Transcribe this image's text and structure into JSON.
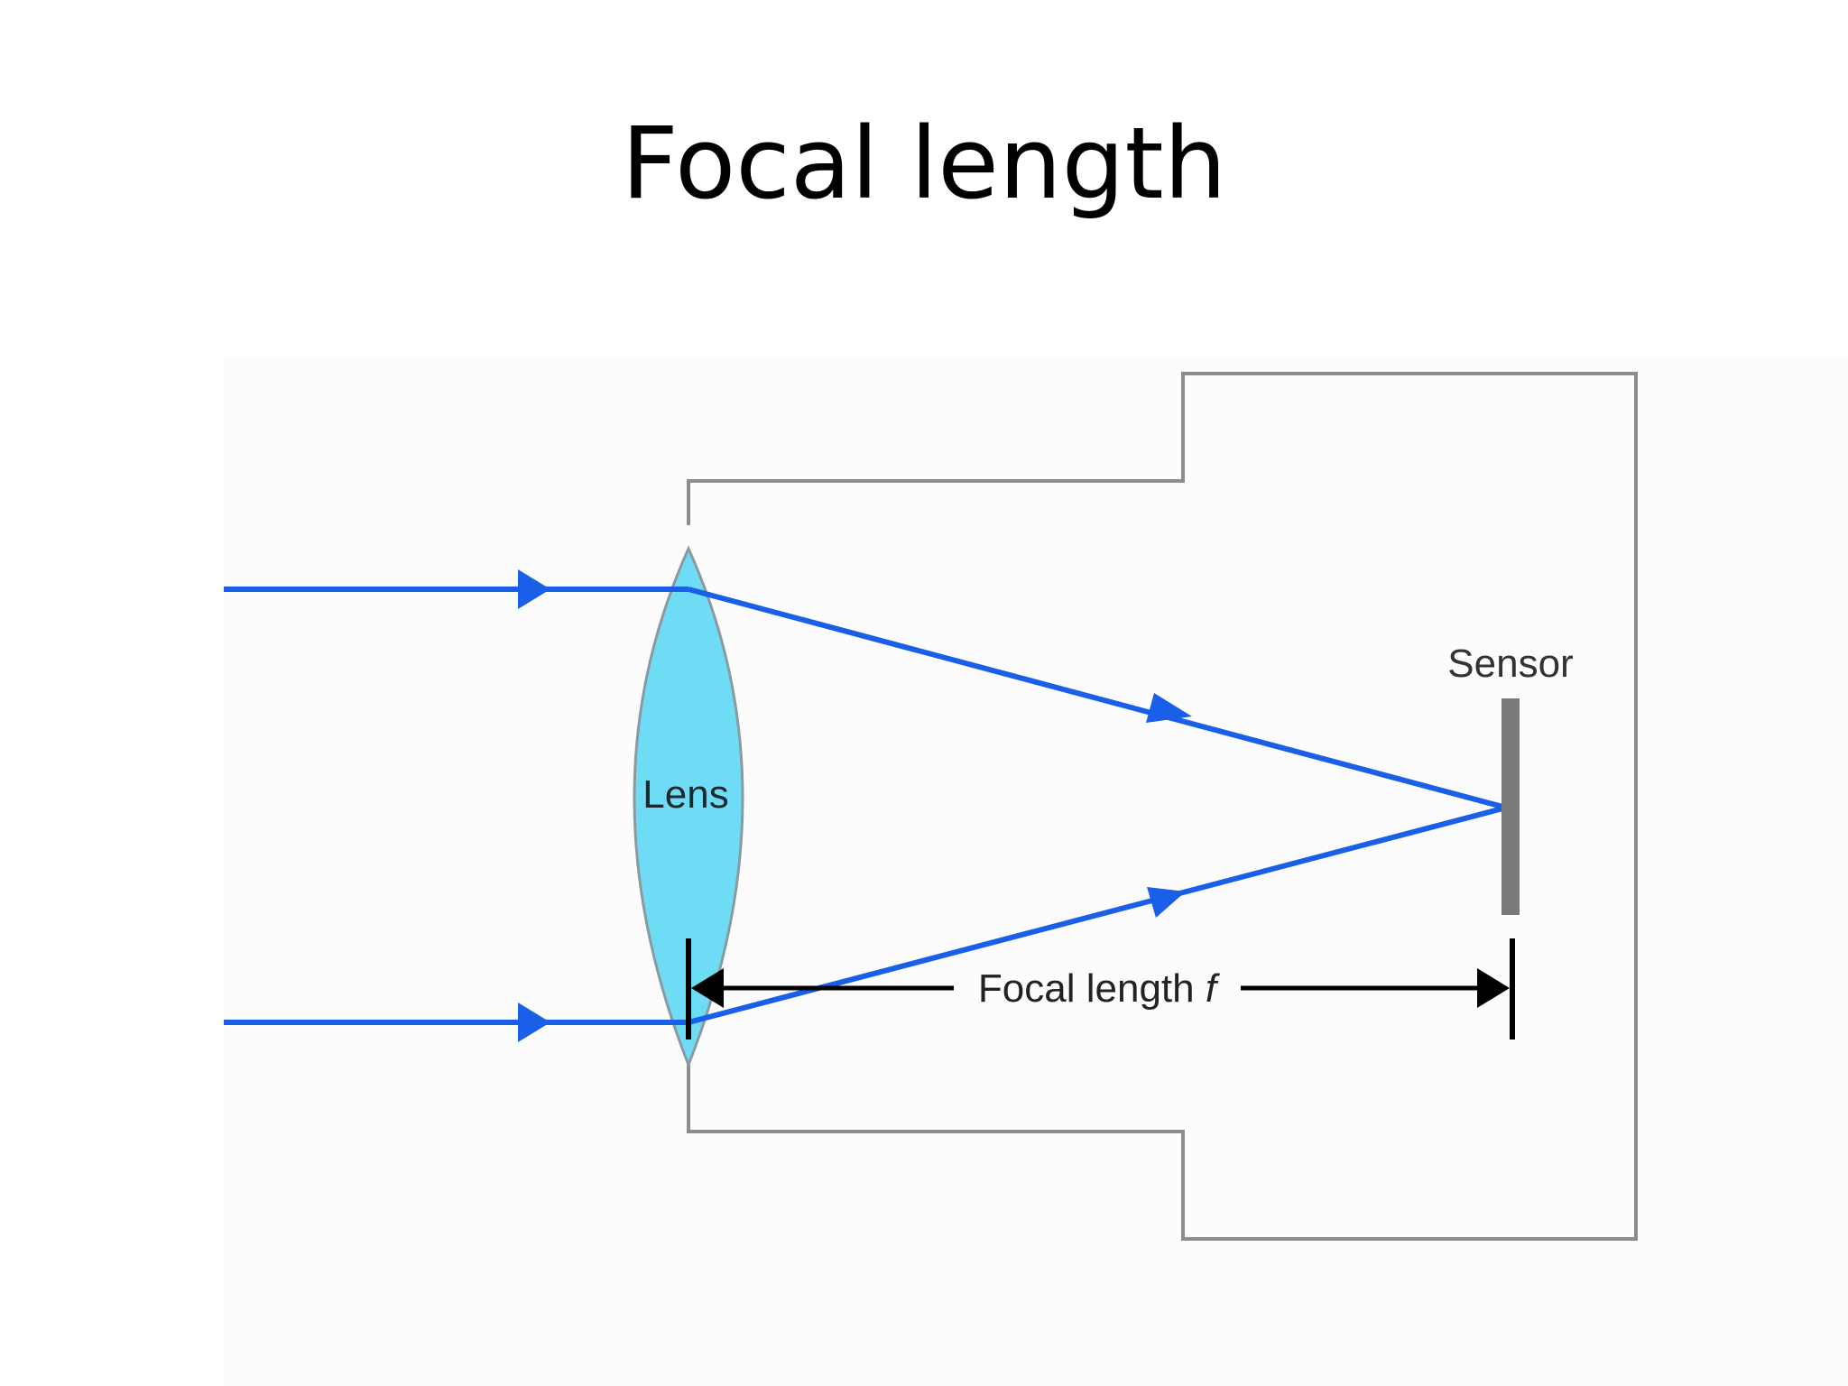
{
  "slide": {
    "title": "Focal length"
  },
  "diagram": {
    "lens_label": "Lens",
    "sensor_label": "Sensor",
    "focal_length_label": "Focal length",
    "focal_length_symbol": "f"
  },
  "colors": {
    "ray": "#1a5fe8",
    "lens_fill": "#6fdcf6",
    "lens_stroke": "#8a9aa0",
    "housing": "#8c8c8c",
    "sensor": "#7a7a7a",
    "dimension": "#000000",
    "panel": "#fcfcfd"
  }
}
